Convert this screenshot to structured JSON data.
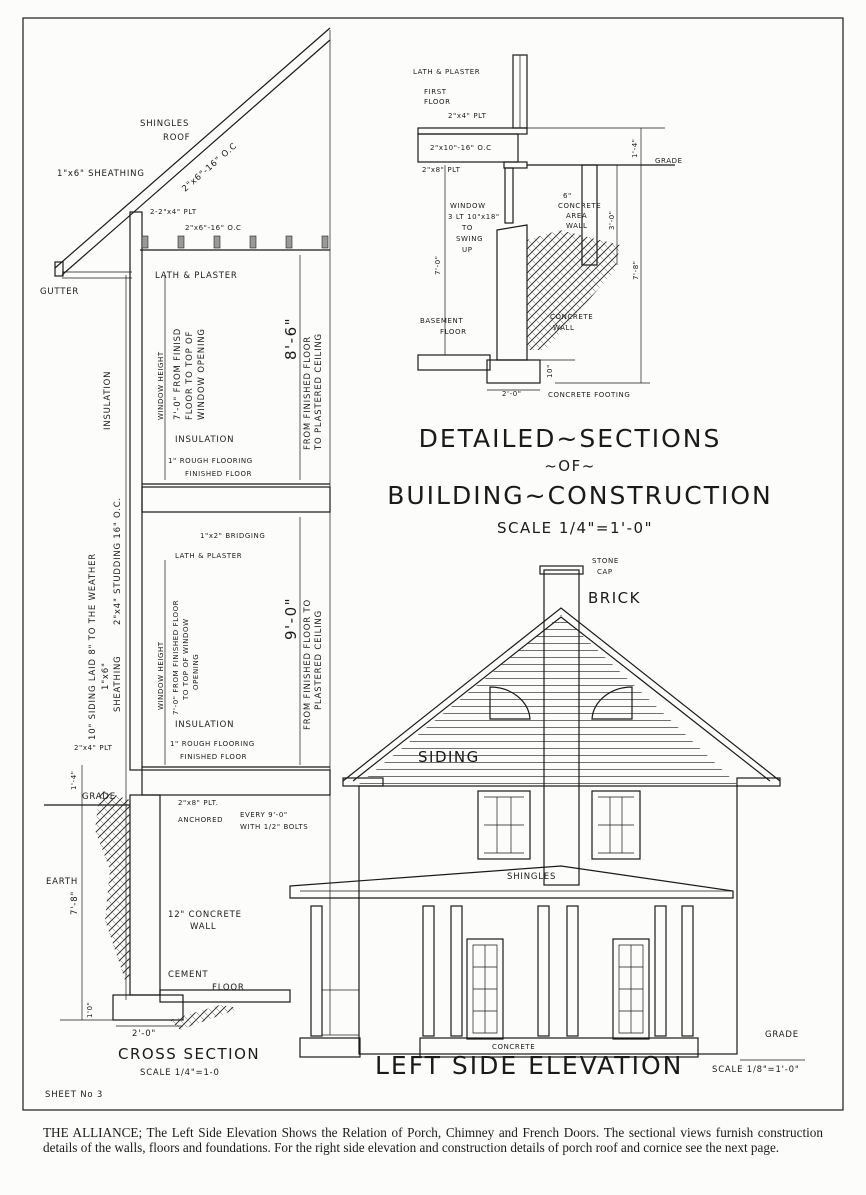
{
  "cross_section": {
    "shingles": "SHINGLES",
    "roof": "ROOF",
    "sheathing_roof": "1\"x6\" SHEATHING",
    "rafter": "2\"x6\"-16\" O.C",
    "plate_top": "2-2\"x4\" PLT",
    "ceiling_joist": "2\"x6\"-16\" O.C",
    "gutter": "GUTTER",
    "lath_plaster_1": "LATH & PLASTER",
    "window_height_1": "WINDOW HEIGHT",
    "window_note_1a": "7'-0\" FROM FINISD",
    "window_note_1b": "FLOOR TO TOP OF",
    "window_note_1c": "WINDOW OPENING",
    "ceiling_height_1": "8'-6\"",
    "ceiling_note_1a": "FROM FINISHED FLOOR",
    "ceiling_note_1b": "TO PLASTERED CEILING",
    "insulation_wall": "INSULATION",
    "insulation_1": "INSULATION",
    "rough_flooring_1": "1\" ROUGH FLOORING",
    "finished_floor_1": "FINISHED FLOOR",
    "bridging": "1\"x2\" BRIDGING",
    "lath_plaster_2": "LATH & PLASTER",
    "siding": "10\" SIDING LAID 8\" TO THE WEATHER",
    "studding": "2\"x4\" STUDDING 16\" O.C.",
    "sheathing_wall_a": "1\"x6\"",
    "sheathing_wall_b": "SHEATHING",
    "window_height_2": "WINDOW HEIGHT",
    "window_note_2a": "7'-0\" FROM FINISHED FLOOR",
    "window_note_2b": "TO TOP OF WINDOW",
    "window_note_2c": "OPENING",
    "ceiling_height_2": "9'-0\"",
    "ceiling_note_2a": "FROM FINISHED FLOOR TO",
    "ceiling_note_2b": "PLASTERED CEILING",
    "insulation_2": "INSULATION",
    "rough_flooring_2": "1\" ROUGH FLOORING",
    "finished_floor_2": "FINISHED FLOOR",
    "sill_plate": "2\"x4\" PLT",
    "grade_height": "1'-4\"",
    "grade": "GRADE",
    "plate_2x8": "2\"x8\" PLT.",
    "anchored": "ANCHORED",
    "every": "EVERY 9'-0\"",
    "bolts": "WITH 1/2\" BOLTS",
    "earth": "EARTH",
    "wall_depth": "7'-8\"",
    "concrete_wall_a": "12\" CONCRETE",
    "concrete_wall_b": "WALL",
    "cement": "CEMENT",
    "floor": "FLOOR",
    "footing_height": "1'0\"",
    "footing_width": "2'-0\"",
    "title": "CROSS SECTION",
    "scale": "SCALE 1/4\"=1-0"
  },
  "basement_detail": {
    "lath_plaster": "LATH & PLASTER",
    "first": "FIRST",
    "floor": "FLOOR",
    "plate_2x4": "2\"x4\" PLT",
    "joist": "2\"x10\"-16\" O.C",
    "plate_2x8": "2\"x8\" PLT",
    "grade": "GRADE",
    "grade_height": "1'-4\"",
    "area_wall_a": "6\"",
    "area_wall_b": "CONCRETE",
    "area_wall_c": "AREA",
    "area_wall_d": "WALL",
    "window_a": "WINDOW",
    "window_b": "3 LT 10\"x18\"",
    "window_c": "TO",
    "window_d": "SWING",
    "window_e": "UP",
    "height_7_0": "7'-0\"",
    "height_3_0": "3'-0\"",
    "height_7_8": "7'-8\"",
    "basement_a": "BASEMENT",
    "basement_b": "FLOOR",
    "concrete_a": "CONCRETE",
    "concrete_b": "WALL",
    "footing_h": "10\"",
    "footing_w": "2'-0\"",
    "footing": "CONCRETE FOOTING"
  },
  "heading": {
    "line1": "DETAILED~SECTIONS",
    "line2": "~OF~",
    "line3": "BUILDING~CONSTRUCTION",
    "scale": "SCALE 1/4\"=1'-0\""
  },
  "elevation": {
    "stone": "STONE",
    "cap": "CAP",
    "brick": "BRICK",
    "siding": "SIDING",
    "shingles": "SHINGLES",
    "concrete": "CONCRETE",
    "grade": "GRADE",
    "title": "LEFT SIDE ELEVATION",
    "scale": "SCALE 1/8\"=1'-0\""
  },
  "sheet": "SHEET No 3",
  "caption": "THE ALLIANCE; The Left Side Elevation Shows the Relation of Porch, Chimney and French Doors. The sectional views furnish construction details of the walls, floors and foundations. For the right side elevation and construction details of porch roof and cornice see the next page."
}
